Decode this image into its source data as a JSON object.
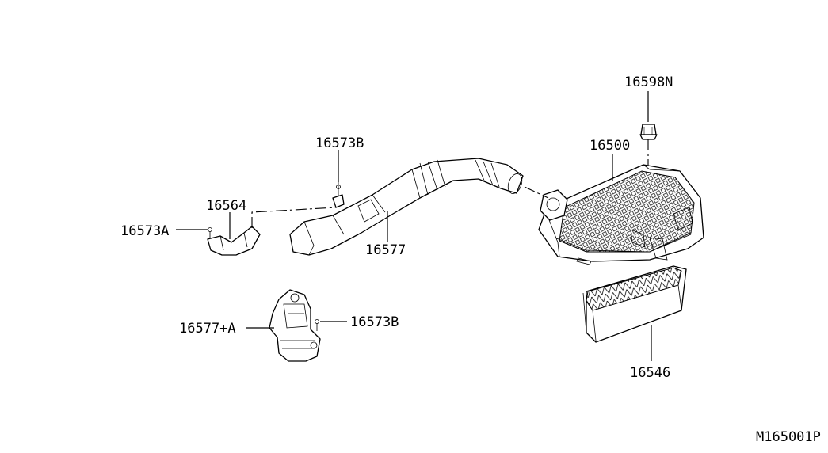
{
  "diagram_code": "M165001P",
  "parts": {
    "p16598N": "16598N",
    "p16500": "16500",
    "p16573B_top": "16573B",
    "p16564": "16564",
    "p16573A": "16573A",
    "p16577": "16577",
    "p16577A": "16577+A",
    "p16573B_bottom": "16573B",
    "p16546": "16546"
  }
}
